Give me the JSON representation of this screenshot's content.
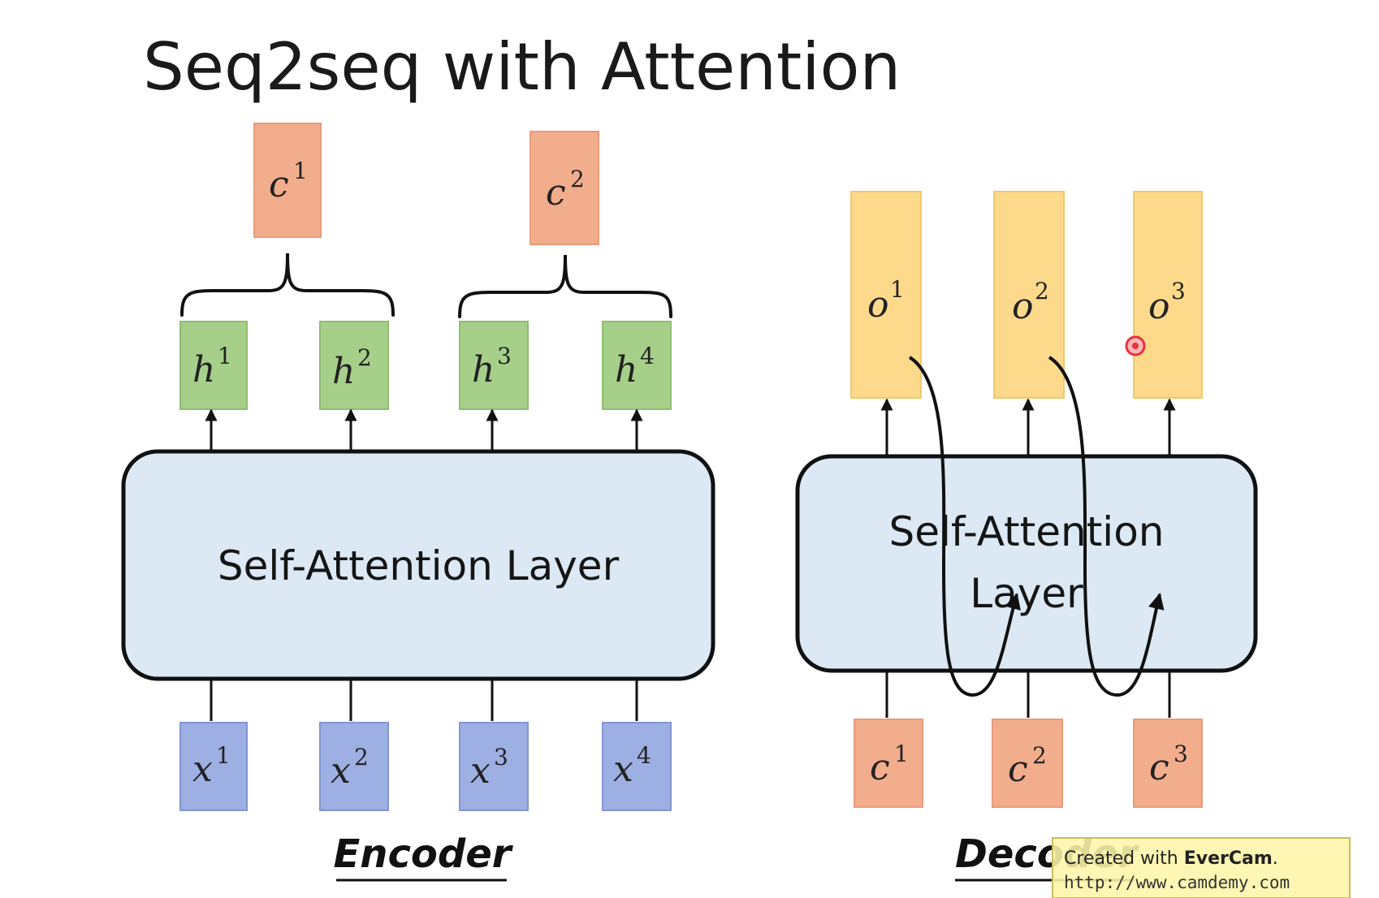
{
  "title": "Seq2seq with Attention",
  "encoder": {
    "layer_label": "Self-Attention Layer",
    "section_label": "Encoder",
    "contexts": [
      {
        "base": "c",
        "sup": "1"
      },
      {
        "base": "c",
        "sup": "2"
      }
    ],
    "hidden": [
      {
        "base": "h",
        "sup": "1"
      },
      {
        "base": "h",
        "sup": "2"
      },
      {
        "base": "h",
        "sup": "3"
      },
      {
        "base": "h",
        "sup": "4"
      }
    ],
    "inputs": [
      {
        "base": "x",
        "sup": "1"
      },
      {
        "base": "x",
        "sup": "2"
      },
      {
        "base": "x",
        "sup": "3"
      },
      {
        "base": "x",
        "sup": "4"
      }
    ]
  },
  "decoder": {
    "layer_label_line1": "Self-Attention",
    "layer_label_line2": "Layer",
    "section_label": "Decoder",
    "outputs": [
      {
        "base": "o",
        "sup": "1"
      },
      {
        "base": "o",
        "sup": "2"
      },
      {
        "base": "o",
        "sup": "3"
      }
    ],
    "inputs": [
      {
        "base": "c",
        "sup": "1"
      },
      {
        "base": "c",
        "sup": "2"
      },
      {
        "base": "c",
        "sup": "3"
      }
    ]
  },
  "watermark": {
    "line1_prefix": "Created with ",
    "line1_brand": "EverCam",
    "line1_suffix": ".",
    "line2": "http://www.camdemy.com"
  },
  "colors": {
    "context_fill": "#f2ad8d",
    "hidden_fill": "#a6d08a",
    "input_fill": "#9dafe3",
    "output_fill": "#fdd98c",
    "layer_fill": "#dce9f5",
    "stroke": "#111111",
    "cursor": "#e8323c"
  }
}
